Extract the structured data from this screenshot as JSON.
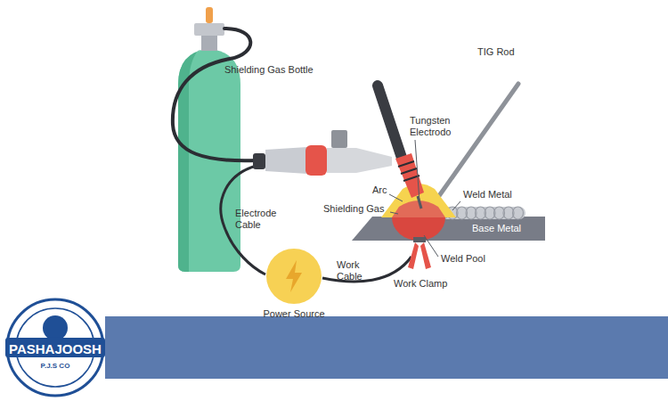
{
  "diagram": {
    "nodes": [
      {
        "text": [
          "Power Source"
        ]
      }
    ],
    "labels": [
      "Shielding Gas Bottle",
      "TIG Rod",
      "Tungsten Electrodo",
      "Arc",
      "Shielding Gas",
      "Weld Metal",
      "Base Metal",
      "Weld Pool",
      "Electrode Cable",
      "Work Cable",
      "Work Clamp",
      "PASHAJOOSH",
      "P.J.S CO"
    ]
  }
}
